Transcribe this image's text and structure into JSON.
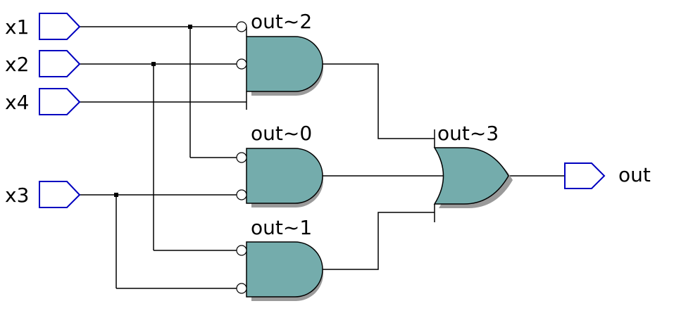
{
  "inputs": [
    {
      "id": "x1",
      "label": "x1"
    },
    {
      "id": "x2",
      "label": "x2"
    },
    {
      "id": "x4",
      "label": "x4"
    },
    {
      "id": "x3",
      "label": "x3"
    }
  ],
  "outputs": [
    {
      "id": "out",
      "label": "out"
    }
  ],
  "gates": [
    {
      "id": "out2",
      "type": "AND",
      "label": "out~2",
      "inputs": [
        "x1 (inverted)",
        "x2 (inverted)",
        "x4"
      ]
    },
    {
      "id": "out0",
      "type": "AND",
      "label": "out~0",
      "inputs": [
        "x1 (inverted)",
        "x3 (inverted)"
      ]
    },
    {
      "id": "out1",
      "type": "AND",
      "label": "out~1",
      "inputs": [
        "x2 (inverted)",
        "x3 (inverted)"
      ]
    },
    {
      "id": "out3",
      "type": "OR",
      "label": "out~3",
      "inputs": [
        "out~2",
        "out~0",
        "out~1"
      ]
    }
  ],
  "colors": {
    "gate_fill": "#74acac",
    "pin_stroke": "#0000c0",
    "wire": "#000000"
  }
}
